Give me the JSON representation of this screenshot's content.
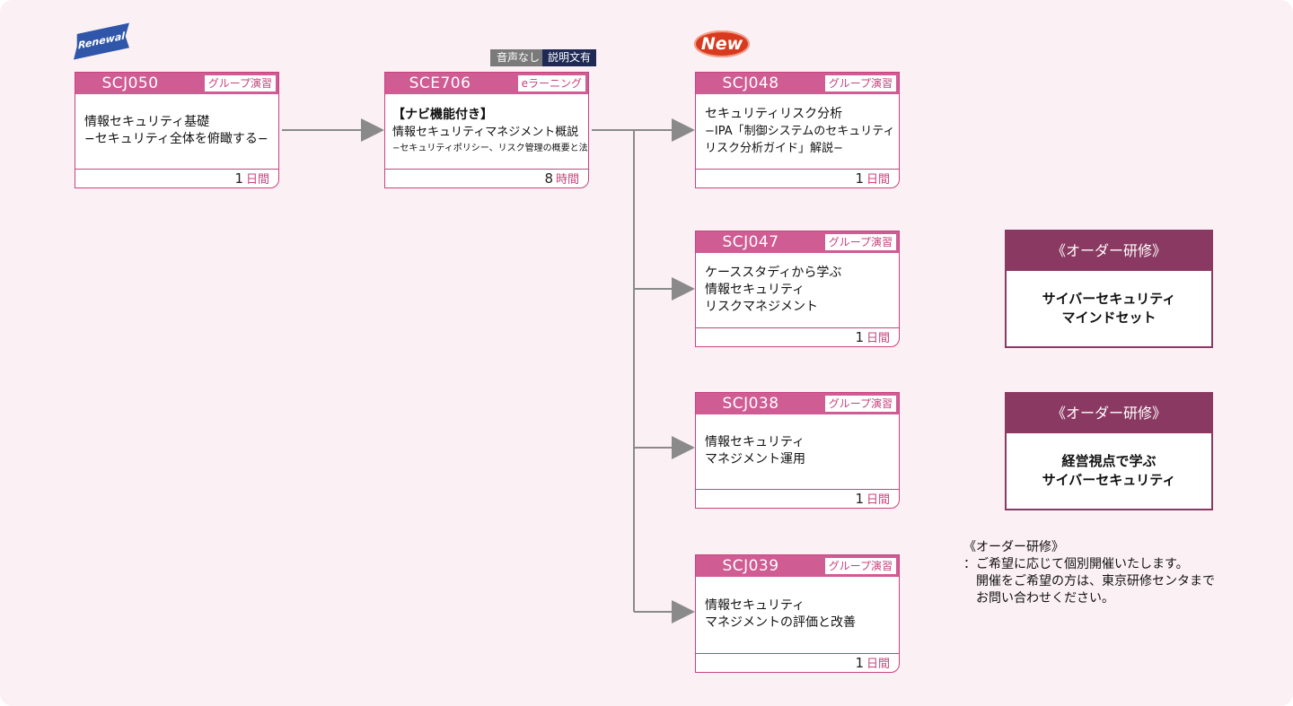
{
  "badges": {
    "renewal": "Renewal",
    "new": "New"
  },
  "voice_tags": {
    "no_audio": "音声なし",
    "caption": "説明文有"
  },
  "courses": [
    {
      "code": "SCJ050",
      "type": "グループ演習",
      "lines": [
        "情報セキュリティ基礎",
        "−セキュリティ全体を俯瞰する−"
      ],
      "duration": "1",
      "unit": "日間"
    },
    {
      "code": "SCE706",
      "type": "eラーニング",
      "lines": [
        "【ナビ機能付き】",
        "情報セキュリティマネジメント概説",
        "−セキュリティポリシー、リスク管理の概要と法制度−"
      ],
      "duration": "8",
      "unit": "時間"
    },
    {
      "code": "SCJ048",
      "type": "グループ演習",
      "lines": [
        "セキュリティリスク分析",
        "−IPA「制御システムのセキュリティ",
        "リスク分析ガイド」解説−"
      ],
      "duration": "1",
      "unit": "日間"
    },
    {
      "code": "SCJ047",
      "type": "グループ演習",
      "lines": [
        "ケーススタディから学ぶ",
        "情報セキュリティ",
        "リスクマネジメント"
      ],
      "duration": "1",
      "unit": "日間"
    },
    {
      "code": "SCJ038",
      "type": "グループ演習",
      "lines": [
        "情報セキュリティ",
        "マネジメント運用"
      ],
      "duration": "1",
      "unit": "日間"
    },
    {
      "code": "SCJ039",
      "type": "グループ演習",
      "lines": [
        "情報セキュリティ",
        "マネジメントの評価と改善"
      ],
      "duration": "1",
      "unit": "日間"
    }
  ],
  "order_boxes": [
    {
      "header": "《オーダー研修》",
      "lines": [
        "サイバーセキュリティ",
        "マインドセット"
      ]
    },
    {
      "header": "《オーダー研修》",
      "lines": [
        "経営視点で学ぶ",
        "サイバーセキュリティ"
      ]
    }
  ],
  "note": {
    "lines": [
      "《オーダー研修》",
      "：ご希望に応じて個別開催いたします。",
      "　開催をご希望の方は、東京研修センタまで",
      "　お問い合わせください。"
    ]
  },
  "colors": {
    "accent": "#c8437e",
    "header": "#cf5c93",
    "order": "#8a3a62",
    "arrow": "#8a8a8a",
    "background": "#fbf0f4"
  }
}
